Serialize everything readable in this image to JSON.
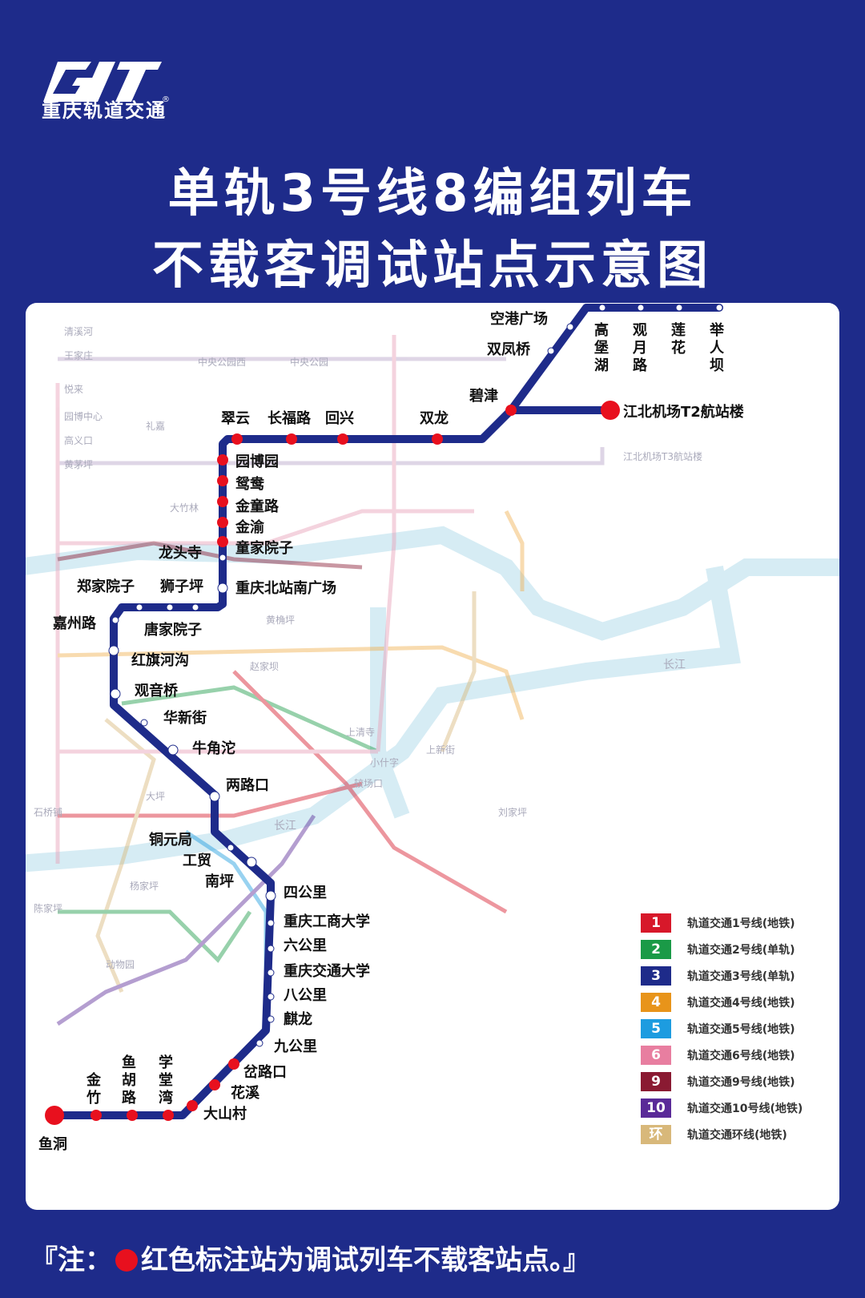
{
  "logo": {
    "name": "重庆轨道交通"
  },
  "title": {
    "line1": "单轨3号线8编组列车",
    "line2": "不载客调试站点示意图"
  },
  "stations": {
    "yudong": "鱼洞",
    "jinzhu": "金竹",
    "yuhulu": "鱼胡路",
    "xuetangwan": "学堂湾",
    "dashancun": "大山村",
    "huaxi": "花溪",
    "yanlukou": "岔路口",
    "jiugongli": "九公里",
    "qilong": "麒龙",
    "bagongli": "八公里",
    "cqjtdx": "重庆交通大学",
    "liugongli": "六公里",
    "cqgsdx": "重庆工商大学",
    "sigongli": "四公里",
    "nanping": "南坪",
    "gongmao": "工贸",
    "tongyuanju": "铜元局",
    "lianglukou": "两路口",
    "niujiaotuo": "牛角沱",
    "huaxinjie": "华新街",
    "guanyinqiao": "观音桥",
    "hongqihegou": "红旗河沟",
    "jiazhoulu": "嘉州路",
    "tangjiayuanzi": "唐家院子",
    "zhengjiayuanzi": "郑家院子",
    "shiziping": "狮子坪",
    "longtousi": "龙头寺",
    "cqbznguangchang": "重庆北站南广场",
    "tongjiayuanzi": "童家院子",
    "jinyu": "金渝",
    "jintonglu": "金童路",
    "yuanyang": "鸳鸯",
    "yuanboyuan": "园博园",
    "cuiyun": "翠云",
    "changfulu": "长福路",
    "huixing": "回兴",
    "shuanglong": "双龙",
    "bijin": "碧津",
    "jiangbeiairport": "江北机场T2航站楼",
    "shuangfengqiao": "双凤桥",
    "konggang": "空港广场",
    "gaobaohu": "高堡湖",
    "guanyuelu": "观月路",
    "lianhua": "莲花",
    "jurenba": "举人坝"
  },
  "background": {
    "changjiang1": "长江",
    "changjiang2": "长江",
    "t3": "江北机场T3航站楼",
    "zhongyanggongyuan": "中央公园",
    "zhongyanggongyuanxi": "中央公园西",
    "qingfenghe": "清溪河",
    "wangjiazhuang": "王家庄",
    "yuezai": "悦来",
    "yuanboz": "园博中心",
    "gaoqiao": "高义口",
    "huangmaoping": "黄茅坪",
    "liulishu": "礼嘉",
    "hongdaiqiao": "大竹林",
    "huangshang": "黄桷坪",
    "zhaojiaba": "赵家坝",
    "shangqingsi": "上清寺",
    "jiaochangkou": "较场口",
    "xiaoshizi": "小什字",
    "shangxinjie": "上新街",
    "liujiaping": "刘家坪",
    "dayangshi": "大坪",
    "shiqiaopu": "石桥铺",
    "yangjiaping": "杨家坪",
    "chenjiaping": "陈家坪",
    "dongtaigongyuan": "动物园"
  },
  "legend": [
    {
      "num": "1",
      "color": "#d7182a",
      "name": "轨道交通1号线(地铁)"
    },
    {
      "num": "2",
      "color": "#1a9a47",
      "name": "轨道交通2号线(单轨)"
    },
    {
      "num": "3",
      "color": "#1e2b8a",
      "name": "轨道交通3号线(单轨)"
    },
    {
      "num": "4",
      "color": "#e8941a",
      "name": "轨道交通4号线(地铁)"
    },
    {
      "num": "5",
      "color": "#1d9ce0",
      "name": "轨道交通5号线(地铁)"
    },
    {
      "num": "6",
      "color": "#e87ea0",
      "name": "轨道交通6号线(地铁)"
    },
    {
      "num": "9",
      "color": "#8a1a32",
      "name": "轨道交通9号线(地铁)"
    },
    {
      "num": "10",
      "color": "#5a2a98",
      "name": "轨道交通10号线(地铁)"
    },
    {
      "num": "环",
      "color": "#d8b87a",
      "name": "轨道交通环线(地铁)"
    }
  ],
  "note": {
    "prefix": "『注：",
    "text": "红色标注站为调试列车不载客站点。』"
  }
}
